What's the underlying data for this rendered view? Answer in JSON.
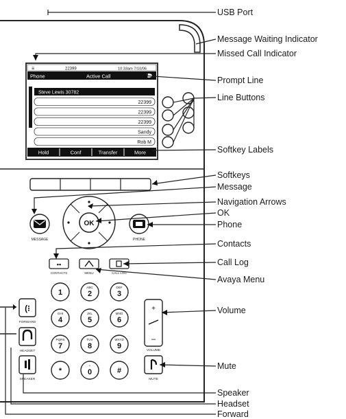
{
  "screen": {
    "status_left": "≡",
    "status_ext": "22399",
    "status_time": "10:33am 7/10/06",
    "title_left": "Phone",
    "title_center": "Active Call",
    "lines": [
      {
        "text": "Steve Lewis   30782",
        "active": true
      },
      {
        "text": "22399",
        "active": false
      },
      {
        "text": "22399",
        "active": false
      },
      {
        "text": "22399",
        "active": false
      },
      {
        "text": "Sandy",
        "active": false
      },
      {
        "text": "Rob M",
        "active": false
      }
    ],
    "softkeys": [
      "Hold",
      "Conf",
      "Transfer",
      "More"
    ]
  },
  "buttons": {
    "message": "MESSAGE",
    "phone": "PHONE",
    "ok": "OK",
    "contacts": "CONTACTS",
    "avaya_menu": "MENU",
    "call_log": "CALL LOG",
    "forward": "FORWARD",
    "headset": "HEADSET",
    "speaker": "SPEAKER",
    "volume": "VOLUME",
    "mute": "MUTE"
  },
  "keypad": [
    {
      "digit": "1",
      "letters": ""
    },
    {
      "digit": "2",
      "letters": "ABC"
    },
    {
      "digit": "3",
      "letters": "DEF"
    },
    {
      "digit": "4",
      "letters": "GHI"
    },
    {
      "digit": "5",
      "letters": "JKL"
    },
    {
      "digit": "6",
      "letters": "MNO"
    },
    {
      "digit": "7",
      "letters": "PQRS"
    },
    {
      "digit": "8",
      "letters": "TUV"
    },
    {
      "digit": "9",
      "letters": "WXYZ"
    },
    {
      "digit": "*",
      "letters": ""
    },
    {
      "digit": "0",
      "letters": "+"
    },
    {
      "digit": "#",
      "letters": ""
    }
  ],
  "labels": {
    "usb_port": "USB Port",
    "message_waiting": "Message Waiting Indicator",
    "missed_call": "Missed Call Indicator",
    "prompt_line": "Prompt Line",
    "line_buttons": "Line Buttons",
    "softkey_labels": "Softkey Labels",
    "softkeys": "Softkeys",
    "message": "Message",
    "navigation_arrows": "Navigation Arrows",
    "ok": "OK",
    "phone": "Phone",
    "contacts": "Contacts",
    "call_log": "Call Log",
    "avaya_menu": "Avaya Menu",
    "volume": "Volume",
    "mute": "Mute",
    "speaker": "Speaker",
    "headset": "Headset",
    "forward": "Forward"
  }
}
